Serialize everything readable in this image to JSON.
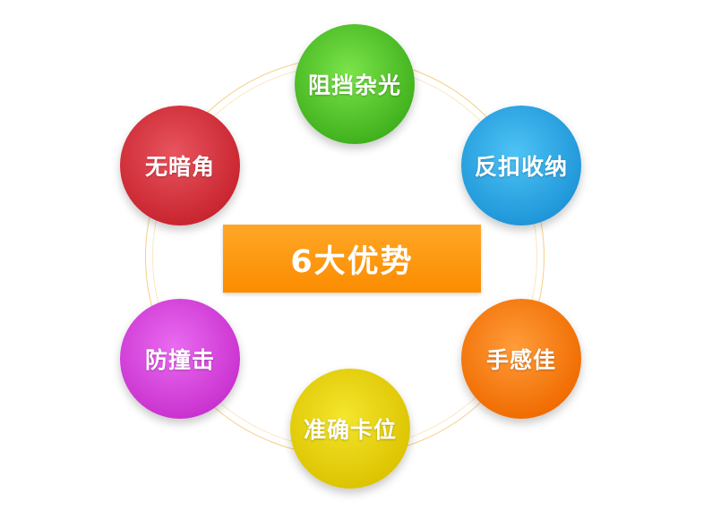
{
  "center": {
    "title": "6大优势"
  },
  "advantages": [
    {
      "label": "阻挡杂光",
      "color": "#3fb01c"
    },
    {
      "label": "反扣收纳",
      "color": "#1e95d8"
    },
    {
      "label": "手感佳",
      "color": "#f06b00"
    },
    {
      "label": "准确卡位",
      "color": "#dcc300"
    },
    {
      "label": "防撞击",
      "color": "#c931cf"
    },
    {
      "label": "无暗角",
      "color": "#c8242f"
    }
  ]
}
